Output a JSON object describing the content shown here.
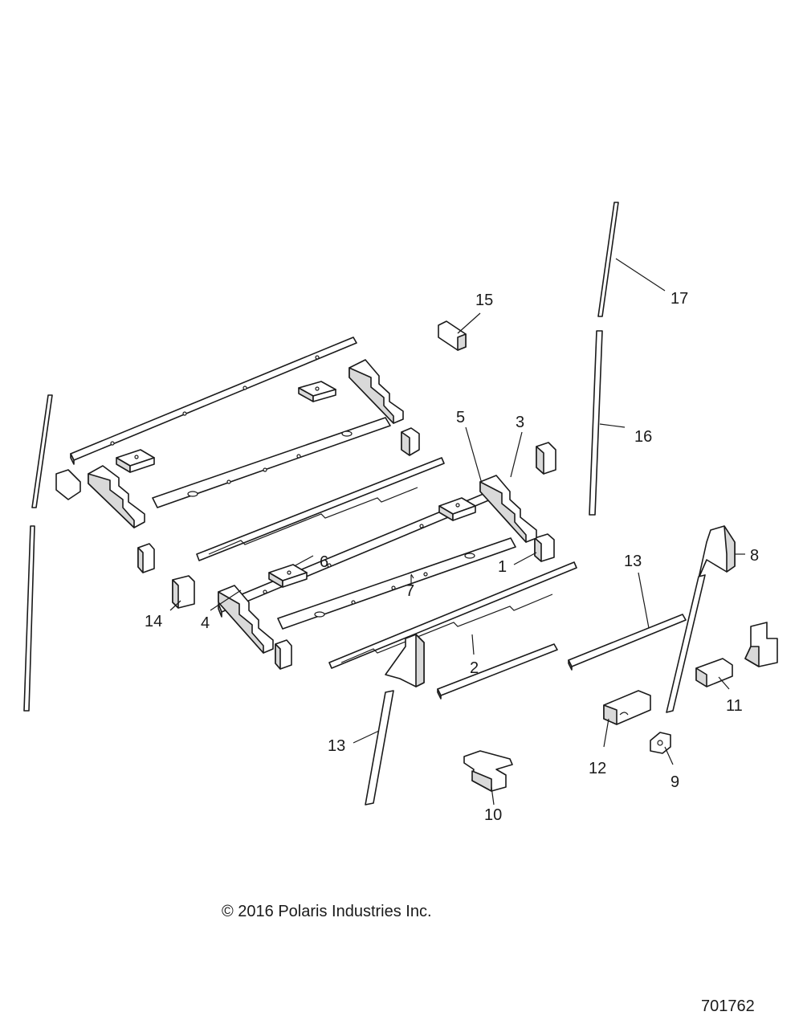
{
  "callouts": {
    "c1": "1",
    "c2": "2",
    "c3": "3",
    "c4": "4",
    "c5": "5",
    "c6": "6",
    "c7": "7",
    "c8": "8",
    "c9": "9",
    "c10": "10",
    "c11": "11",
    "c12": "12",
    "c13a": "13",
    "c13b": "13",
    "c14": "14",
    "c15": "15",
    "c16": "16",
    "c17": "17"
  },
  "footer": {
    "copyright": "© 2016 Polaris Industries Inc.",
    "drawing_number": "701762"
  }
}
